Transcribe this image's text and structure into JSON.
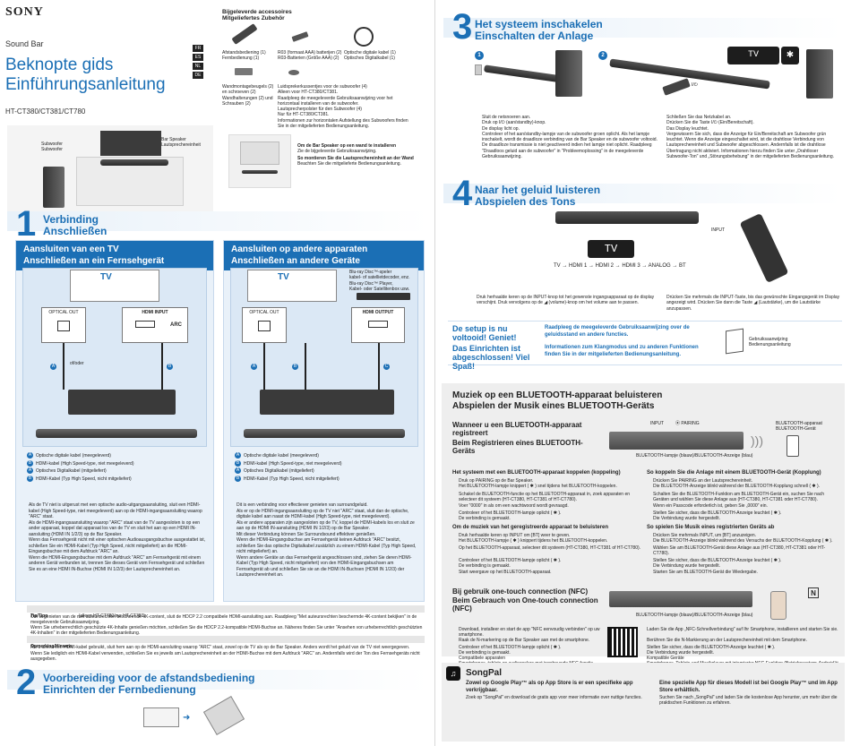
{
  "brand": "SONY",
  "product": "Sound Bar",
  "title_nl": "Beknopte gids",
  "title_de": "Einführungsanleitung",
  "models": "HT-CT380/CT381/CT780",
  "languages": [
    "FR",
    "ES",
    "NL",
    "DE"
  ],
  "accessories": {
    "header_nl": "Bijgeleverde accessoires",
    "header_de": "Mitgeliefertes Zubehör",
    "items": [
      "Afstandsbediening (1)\nFernbedienung (1)",
      "R03 (formaat AAA) batterijen (2)\nR03-Batterien (Größe AAA) (2)",
      "Optische digitale kabel (1)\nOptisches Digitalkabel (1)",
      "Wandmontagebeugels (2) en schroeven (2)\nWandhalterungen (2) und Schrauben (2)",
      "Luidsprekerkussentjes voor de subwoofer (4)\nAlleen voor HT-CT380/CT381.\nRaadpleeg de meegeleverde Gebruiksaanwijzing voor het horizontaal installeren van de subwoofer.\nLautsprecherpolster für den Subwoofer (4)\nNur für HT-CT380/CT381.\nInformationen zur horizontalen Aufstellung des Subwoofers finden Sie in der mitgelieferten Bedienungsanleitung."
    ]
  },
  "diagram_labels": {
    "subwoofer": "Subwoofer\nSubwoofer",
    "bar_speaker": "Bar Speaker\nLautsprechereinheit"
  },
  "wall_note": {
    "nl": "Om de Bar Speaker op een wand te installeren",
    "nl_body": "Zie de bijgeleverde Gebruiksaanwijzing.",
    "de": "So montieren Sie die Lautsprechereinheit an der Wand",
    "de_body": "Beachten Sie die mitgelieferte Bedienungsanleitung."
  },
  "section1": {
    "num": "1",
    "title_nl": "Verbinding",
    "title_de": "Anschließen",
    "tv": {
      "head_nl": "Aansluiten van een TV",
      "head_de": "Anschließen an ein Fernsehgerät",
      "tv_label": "TV",
      "optical_out": "OPTICAL OUT",
      "hdmi_input": "HDMI INPUT",
      "arc": "ARC",
      "or_label": "of/oder",
      "legend": [
        {
          "key": "A",
          "text": "Optische digitale kabel (meegeleverd)"
        },
        {
          "key": "B",
          "text": "HDMI-kabel (High Speed-type, niet meegeleverd)"
        },
        {
          "key": "A",
          "text": "Optisches Digitalkabel (mitgeliefert)"
        },
        {
          "key": "B",
          "text": "HDMI-Kabel (Typ High Speed, nicht mitgeliefert)"
        }
      ],
      "body": "Als de TV niet is uitgerust met een optische audio-uitgangsaansluiting, sluit een HDMI-kabel (High Speed-type, niet meegeleverd) aan op de HDMI-ingangsaansluiting waarop \"ARC\" staat.\nAls de HDMI-ingangsaansluiting waarop \"ARC\" staat van de TV aangesloten is op een ander apparaat, koppel dat apparaat los van de TV en sluit het aan op een HDMI IN-aansluiting (HDMI IN 1/2/3) op de Bar Speaker.\nWenn das Fernsehgerät nicht mit einer optischen Audioausgangsbuchse ausgestattet ist, schließen Sie ein HDMI-Kabel (Typ High Speed, nicht mitgeliefert) an die HDMI-Eingangsbuchse mit dem Aufdruck \"ARC\" an.\nWenn die HDMI-Eingangsbuchse mit dem Aufdruck \"ARC\" am Fernsehgerät mit einem anderen Gerät verbunden ist, trennen Sie dieses Gerät vom Fernsehgerät und schließen Sie es an eine HDMI IN-Buchse (HDMI IN 1/2/3) der Lautsprechereinheit an."
    },
    "other": {
      "head_nl": "Aansluiten op andere apparaten",
      "head_de": "Anschließen an andere Geräte",
      "tv_label": "TV",
      "devices": "Blu-ray Disc™-speler\nkabel- of satellietdecoder, enz.\nBlu-ray Disc™ Player,\nKabel- oder Satellitenbox usw.",
      "optical_out": "OPTICAL OUT",
      "hdmi_output": "HDMI OUTPUT",
      "legend": [
        {
          "key": "A",
          "text": "Optische digitale kabel (meegeleverd)"
        },
        {
          "key": "B",
          "text": "HDMI-kabel (High Speed-type, niet meegeleverd)"
        },
        {
          "key": "A",
          "text": "Optisches Digitalkabel (mitgeliefert)"
        },
        {
          "key": "B",
          "text": "HDMI-Kabel (Typ High Speed, nicht mitgeliefert)"
        }
      ],
      "body": "Dit is een verbinding voor effectiever genieten van surroundgeluid.\nAls er op de HDMI-ingangsaansluiting op de TV niet \"ARC\" staat, sluit dan de optische, digitale kabel aan naast de HDMI-kabel (High Speed-type, niet meegeleverd).\nAls er andere apparaten zijn aangesloten op de TV, koppel de HDMI-kabels los en sluit ze aan op de HDMI IN-aansluiting (HDMI IN 1/2/3) op de Bar Speaker.\nMit dieser Verbindung können Sie Surroundsound effektiver genießen.\nWenn die HDMI-Eingangsbuchse am Fernsehgerät keinen Aufdruck \"ARC\" besitzt, schließen Sie das optische Digitalkabel zusätzlich zu einem HDMI-Kabel (Typ High Speed, nicht mitgeliefert) an.\nWenn andere Geräte an das Fernsehgerät angeschlossen sind, ziehen Sie deren HDMI-Kabel (Typ High Speed, nicht mitgeliefert) von den HDMI-Eingangsbuchsen am Fernsehgerät ab und schließen Sie sie an die HDMI IN-Buchsen (HDMI IN 1/2/3) der Lautsprechereinheit an."
    },
    "tip_label": "Tip/Tipp",
    "tip_scope": "(alleen HT-CT780/nur HT-CT780)",
    "tips": [
      "Om te genieten van de met auteursrechten beschermde 4K-content, sluit de HDCP 2.2 compatibele HDMI-aansluiting aan. Raadpleeg \"Met auteursrechten beschermde 4K-content bekijken\" in de meegeleverde Gebruiksaanwijzing.",
      "Wenn Sie urheberrechtlich geschützte 4K-Inhalte genießen möchten, schließen Sie die HDCP 2.2-kompatible HDMI-Buchse an. Näheres finden Sie unter \"Ansehen von urheberrechtlich geschützten 4K-Inhalten\" in der mitgelieferten Bedienungsanleitung."
    ],
    "note_label": "Opmerking/Hinweis",
    "notes": [
      "Als u alleen een HDMI-kabel gebruikt, sluit hem aan op de HDMI-aansluiting waarop \"ARC\" staat, zowel op de TV als op de Bar Speaker. Anders wordt het geluid van de TV niet weergegeven.",
      "Wenn Sie lediglich ein HDMI-Kabel verwenden, schließen Sie es jeweils am Lautsprechereinheit an der HDMI-Buchse mit dem Aufdruck \"ARC\" an. Andernfalls wird der Ton des Fernsehgeräts nicht ausgegeben."
    ]
  },
  "section2": {
    "num": "2",
    "title_nl": "Voorbereiding voor de afstandsbediening",
    "title_de": "Einrichten der Fernbedienung"
  },
  "section3": {
    "num": "3",
    "title_nl": "Het systeem inschakelen",
    "title_de": "Einschalten der Anlage",
    "display": "TV",
    "left": "Sluit de netsnoeren aan.\nDruk op I/⏻ (aan/standby)-knop.\nDe display licht op.\nControleer of het aan/standby-lampje van de subwoofer groen oplicht. Als het lampje inschakelt, wordt de draadloze verbinding van de Bar Speaker en de subwoofer voltooid. De draadloze transmissie is niet geactiveerd indien het lampje niet oplicht. Raadpleeg \"Draadloos geluid aan de subwoofer\" in \"Probleemoplossing\" in de meegeleverde Gebruiksaanwijzing.",
    "right": "Schließen Sie das Netzkabel an.\nDrücken Sie die Taste I/⏻ (Ein/Bereitschaft).\nDas Display leuchtet.\nVergewissern Sie sich, dass die Anzeige für Ein/Bereitschaft am Subwoofer grün leuchtet. Wenn die Anzeige eingeschaltet wird, ist die drahtlose Verbindung von Lautsprechereinheit und Subwoofer abgeschlossen. Andernfalls ist die drahtlose Übertragung nicht aktiviert. Informationen hierzu finden Sie unter „Drahtloser Subwoofer-Ton\" und „Störungsbehebung\" in der mitgelieferten Bedienungsanleitung."
  },
  "section4": {
    "num": "4",
    "title_nl": "Naar het geluid luisteren",
    "title_de": "Abspielen des Tons",
    "display": "TV",
    "input_label": "INPUT",
    "sequence": "TV → HDMI 1 → HDMI 2 → HDMI 3 → ANALOG → BT",
    "left": "Druk herhaalde keren op de INPUT-knop tot het gewenste ingangsapparaat op de display verschijnt. Druk vervolgens op de ◢ (volume)-knop om het volume aan te passen.",
    "right": "Drücken Sie mehrmals die INPUT-Taste, bis das gewünschte Eingangsgerät im Display angezeigt wird. Drücken Sie dann die Taste ◢ (Lautstärke), um die Lautstärke anzupassen."
  },
  "done": {
    "nl": "De setup is nu voltooid! Geniet!",
    "de": "Das Einrichten ist abgeschlossen! Viel Spaß!",
    "nl_info": "Raadpleeg de meegeleverde Gebruiksaanwijzing over de geluidsstand en andere functies.",
    "de_info": "Informationen zum Klangmodus und zu anderen Funktionen finden Sie in der mitgelieferten Bedienungsanleitung.",
    "manual": "Gebruiksaanwijzing\nBedienungsanleitung"
  },
  "bluetooth": {
    "title_nl": "Muziek op een BLUETOOTH-apparaat beluisteren",
    "title_de": "Abspielen der Musik eines BLUETOOTH-Geräts",
    "reg_nl": "Wanneer u een BLUETOOTH-apparaat registreert",
    "reg_de": "Beim Registrieren eines BLUETOOTH-Geräts",
    "input_label": "INPUT",
    "pairing_label": "PAIRING",
    "device_label": "BLUETOOTH-apparaat\nBLUETOOTH-Gerät",
    "lamp_label": "BLUETOOTH-lampje (blauw)/BLUETOOTH-Anzeige (blau)",
    "pair_nl_head": "Het systeem met een BLUETOOTH-apparaat koppelen (koppeling)",
    "pair_nl": [
      "Druk op PAIRING op de Bar Speaker.\nHet BLUETOOTH-lampje knippert ( ✱ ) snel tijdens het BLUETOOTH-koppelen.",
      "Schakel de BLUETOOTH-functie op het BLUETOOTH-apparaat in, zoek apparaten en selecteer dit systeem (HT-CT380, HT-CT381 of HT-CT780).\nVoer \"0000\" in als om een wachtwoord wordt gevraagd.",
      "Controleer of het BLUETOOTH-lampje oplicht ( ✱ ).\nDe verbinding is gemaakt."
    ],
    "pair_de_head": "So koppeln Sie die Anlage mit einem BLUETOOTH-Gerät (Kopplung)",
    "pair_de": [
      "Drücken Sie PAIRING an der Lautsprechereinheit.\nDie BLUETOOTH-Anzeige blinkt während der BLUETOOTH-Kopplung schnell ( ✱ ).",
      "Schalten Sie die BLUETOOTH-Funktion am BLUETOOTH-Gerät ein, suchen Sie nach Geräten und wählen Sie diese Anlage aus (HT-CT380, HT-CT381 oder HT-CT780).\nWenn ein Passcode erforderlich ist, geben Sie „0000\" ein.",
      "Stellen Sie sicher, dass die BLUETOOTH-Anzeige leuchtet ( ✱ ).\nDie Verbindung wurde hergestellt."
    ],
    "play_nl_head": "Om de muziek van het geregistreerde apparaat te beluisteren",
    "play_nl": [
      "Druk herhaalde keren op INPUT om [BT] weer te geven.\nHet BLUETOOTH-lampje ( ✱ ) knippert tijdens het BLUETOOTH-koppelen.",
      "Op het BLUETOOTH-apparaat, selecteer dit systeem (HT-CT380, HT-CT381 of HT-CT780).",
      "Controleer of het BLUETOOTH-lampje oplicht ( ✱ ).\nDe verbinding is gemaakt.",
      "Start weergave op het BLUETOOTH-apparaat."
    ],
    "play_de_head": "So spielen Sie Musik eines registrierten Geräts ab",
    "play_de": [
      "Drücken Sie mehrmals INPUT, um [BT] anzuzeigen.\nDie BLUETOOTH-Anzeige blinkt während des Versuchs der BLUETOOTH-Kopplung ( ✱ ).",
      "Wählen Sie am BLUETOOTH-Gerät diese Anlage aus (HT-CT380, HT-CT381 oder HT-CT780).",
      "Stellen Sie sicher, dass die BLUETOOTH-Anzeige leuchtet ( ✱ ).\nDie Verbindung wurde hergestellt.",
      "Starten Sie am BLUETOOTH-Gerät die Wiedergabe."
    ],
    "nfc_nl": "Bij gebruik one-touch connection (NFC)",
    "nfc_de": "Beim Gebrauch von One-touch connection (NFC)",
    "nfc_steps_nl": [
      "Download, installeer en start de app \"NFC eenvoudig verbinden\" op uw smartphone.",
      "Raak de N-markering op de Bar Speaker aan met de smartphone.",
      "Controleer of het BLUETOOTH-lampje oplicht ( ✱ ).\nDe verbinding is gemaakt.",
      "Compatibele apparaten\nSmartphones, tablets en audiospelers met ingebouwde NFC-functie (besturingssysteem: Android™ 2.3.3 of later, uitgezonderd Android 3.x)"
    ],
    "nfc_steps_de": [
      "Laden Sie die App „NFC-Schnellverbindung\" auf Ihr Smartphone, installieren und starten Sie sie.",
      "Berühren Sie die N-Markierung an der Lautsprechereinheit mit dem Smartphone.",
      "Stellen Sie sicher, dass die BLUETOOTH-Anzeige leuchtet ( ✱ ).\nDie Verbindung wurde hergestellt.",
      "Kompatible Geräte\nSmartphones, Tablets und Musikplayer mit integrierter NFC-Funktion (Betriebssystem: Android™ 2.3.3 oder höher, mit Ausnahme von Android 3.x)"
    ]
  },
  "songpal": {
    "title": "SongPal",
    "nl_head": "Zowel op Google Play™ als op App Store is er een specifieke app verkrijgbaar.",
    "nl_body": "Zoek op \"SongPal\" en download de gratis app voor meer informatie over nuttige functies.",
    "de_head": "Eine spezielle App für dieses Modell ist bei Google Play™ und im App Store erhältlich.",
    "de_body": "Suchen Sie nach „SongPal\" und laden Sie die kostenlose App herunter, um mehr über die praktischen Funktionen zu erfahren."
  }
}
